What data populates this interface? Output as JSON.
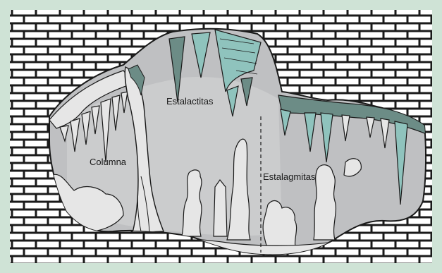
{
  "labels": {
    "columna": "Columna",
    "estalactitas": "Estalactitas",
    "estalagmitas": "Estalagmitas"
  },
  "colors": {
    "frame": "#cfe3d6",
    "cave": "#bfc0c2",
    "rock": "#e6e6e6",
    "mineral": "#8fc3bd",
    "mineral_dark": "#6c8c86",
    "line": "#1a1a1a"
  },
  "icons": {
    "wall": "brick-wall-icon"
  }
}
